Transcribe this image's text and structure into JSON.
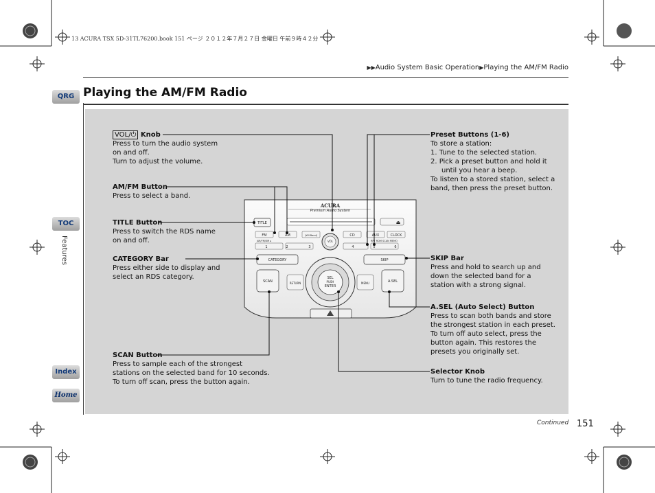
{
  "print_header": "13 ACURA TSX 5D-31TL76200.book  151 ページ  ２０１２年７月２７日  金曜日  午前９時４２分",
  "breadcrumb": {
    "arrows": "▶▶",
    "section": "Audio System Basic Operation",
    "sep": "▶",
    "page": "Playing the AM/FM Radio"
  },
  "page_title": "Playing the AM/FM Radio",
  "sidebar": {
    "qrg": "QRG",
    "toc": "TOC",
    "features": "Features",
    "index": "Index",
    "home": "Home"
  },
  "callouts": {
    "vol": {
      "box": "VOL/⏻",
      "title": "Knob",
      "lines": [
        "Press to turn the audio system",
        "on and off.",
        "Turn to adjust the volume."
      ]
    },
    "amfm": {
      "title": "AM/FM Button",
      "lines": [
        "Press to select a band."
      ]
    },
    "titlebtn": {
      "title": "TITLE Button",
      "lines": [
        "Press to switch the RDS name",
        "on and off."
      ]
    },
    "category": {
      "title": "CATEGORY Bar",
      "lines": [
        "Press either side to display and",
        "select an RDS category."
      ]
    },
    "scan": {
      "title": "SCAN Button",
      "lines": [
        "Press to sample each of the strongest",
        "stations on the selected band for 10 seconds.",
        "To turn off scan, press the button again."
      ]
    },
    "preset": {
      "title": "Preset Buttons (1-6)",
      "intro": "To store a station:",
      "step1": "1.  Tune to the selected station.",
      "step2a": "2.  Pick a preset button and hold it",
      "step2b": "until you hear a beep.",
      "outro1": "To listen to a stored station, select a",
      "outro2": "band, then press the preset button."
    },
    "skip": {
      "title": "SKIP Bar",
      "lines": [
        "Press and hold to search up and",
        "down the selected band for a",
        "station with a strong signal."
      ]
    },
    "asel": {
      "title": "A.SEL (Auto Select) Button",
      "lines": [
        "Press to scan both bands and store",
        "the strongest station in each preset.",
        "To turn off auto select, press the",
        "button again. This restores the",
        "presets you originally set."
      ]
    },
    "selector": {
      "title": "Selector Knob",
      "lines": [
        "Turn to tune the radio frequency."
      ]
    }
  },
  "radio": {
    "brand": "ACURA",
    "sub": "Premium Audio System",
    "title": "TITLE",
    "fm": "FM",
    "am": "AM",
    "xm": "(XM Band)",
    "cd": "CD",
    "aux": "AUX",
    "clock": "CLOCK",
    "ahf": "AM/FM/XM ▸",
    "rpt": "RPT  RDM  SCAN  MEMO",
    "p1": "1",
    "p2": "2",
    "p3": "3",
    "p4": "4",
    "p5": "5",
    "p6": "6",
    "vol": "VOL",
    "category": "CATEGORY",
    "skip": "SKIP",
    "scan": "SCAN",
    "return": "RETURN",
    "menu": "MENU",
    "sel1": "SEL",
    "sel2": "PUSH",
    "sel3": "ENTER",
    "asel": "A.SEL"
  },
  "footer": {
    "continued": "Continued",
    "page_number": "151"
  }
}
